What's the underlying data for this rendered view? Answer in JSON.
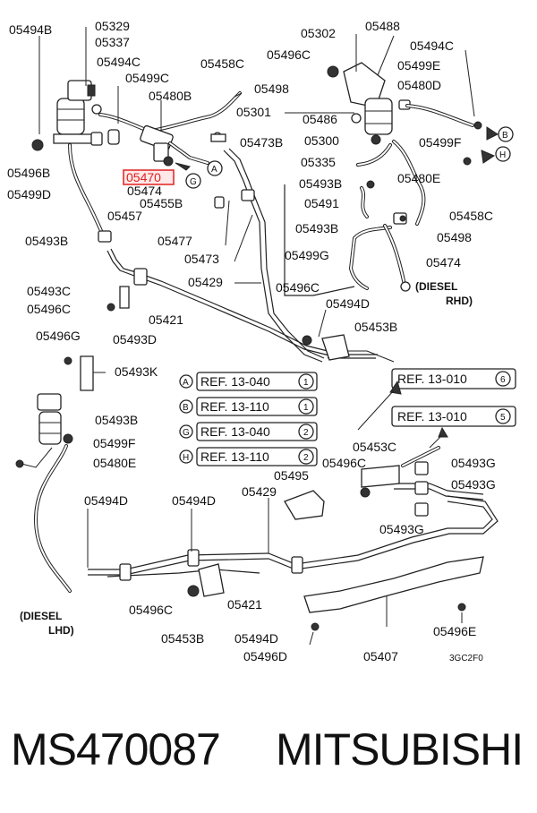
{
  "labels": {
    "l05494B": "05494B",
    "l05329": "05329",
    "l05337": "05337",
    "l05494C": "05494C",
    "l05499C": "05499C",
    "l05458C": "05458C",
    "l05480B": "05480B",
    "l05498": "05498",
    "l05302": "05302",
    "l05488": "05488",
    "l05496C": "05496C",
    "l05494C2": "05494C",
    "l05499E": "05499E",
    "l05480D": "05480D",
    "l05301": "05301",
    "l05486": "05486",
    "l05473B": "05473B",
    "l05300": "05300",
    "l05499F": "05499F",
    "l05496B": "05496B",
    "l05470": "05470",
    "l05335": "05335",
    "l05499D": "05499D",
    "l05474": "05474",
    "l05455B": "05455B",
    "l05493B": "05493B",
    "l05480E": "05480E",
    "l05457": "05457",
    "l05491": "05491",
    "l05458C2": "05458C",
    "l05493B2": "05493B",
    "l05498b": "05498",
    "l05493B3": "05493B",
    "l05477": "05477",
    "l05473": "05473",
    "l05499G": "05499G",
    "l05474b": "05474",
    "l05429": "05429",
    "l05493C": "05493C",
    "l05496C2": "05496C",
    "l05496C3": "05496C",
    "l05494D": "05494D",
    "l05421": "05421",
    "l05453B": "05453B",
    "l05496G": "05496G",
    "l05493D": "05493D",
    "l05493K": "05493K",
    "l05493B4": "05493B",
    "l05499F2": "05499F",
    "l05480E2": "05480E",
    "l05453C": "05453C",
    "l05496C4": "05496C",
    "l05493G": "05493G",
    "l05495": "05495",
    "l05493G2": "05493G",
    "l05494D2": "05494D",
    "l05494D3": "05494D",
    "l05429b": "05429",
    "l05493G3": "05493G",
    "l05496C5": "05496C",
    "l05421b": "05421",
    "l05453B2": "05453B",
    "l05494D4": "05494D",
    "l05496E": "05496E",
    "l05496D": "05496D",
    "l05407": "05407",
    "code": "3GC2F0"
  },
  "notes": {
    "diesel_rhd_1": "(DIESEL",
    "diesel_rhd_2": "RHD)",
    "diesel_lhd_1": "(DIESEL",
    "diesel_lhd_2": "LHD)"
  },
  "callouts": {
    "A": "A",
    "B": "B",
    "G": "G",
    "H": "H",
    "A2": "A",
    "B2": "B",
    "G2": "G",
    "H2": "H"
  },
  "refs": [
    {
      "key": "A",
      "text": "REF. 13-040",
      "num": "1"
    },
    {
      "key": "B",
      "text": "REF. 13-110",
      "num": "1"
    },
    {
      "key": "G",
      "text": "REF. 13-040",
      "num": "2"
    },
    {
      "key": "H",
      "text": "REF. 13-110",
      "num": "2"
    }
  ],
  "top_refs": [
    {
      "text": "REF. 13-010",
      "num": "6"
    },
    {
      "text": "REF. 13-010",
      "num": "5"
    }
  ],
  "highlight": {
    "color": "#e02020"
  },
  "footer": {
    "part_number": "MS470087",
    "brand": "MITSUBISHI"
  }
}
